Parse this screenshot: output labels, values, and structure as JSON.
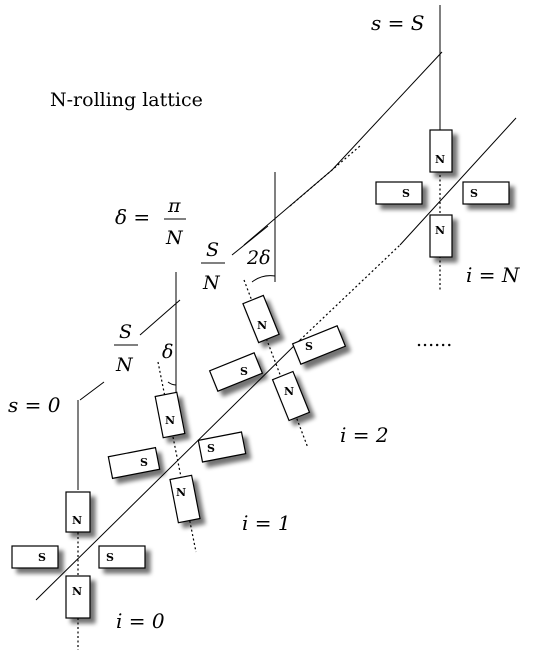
{
  "title": "N-rolling lattice",
  "labels": {
    "s_start": "s = 0",
    "s_end": "s = S",
    "delta_eq": "δ =",
    "delta_num": "π",
    "delta_den": "N",
    "frac_num": "S",
    "frac_den": "N",
    "delta": "δ",
    "two_delta": "2δ",
    "ellipsis": "......"
  },
  "cells": [
    {
      "index_label": "i = 0",
      "north": "N",
      "south": "S",
      "rotation_deg": 0
    },
    {
      "index_label": "i = 1",
      "north": "N",
      "south": "S",
      "rotation_deg": -11
    },
    {
      "index_label": "i = 2",
      "north": "N",
      "south": "S",
      "rotation_deg": -22
    },
    {
      "index_label": "i = N",
      "north": "N",
      "south": "S",
      "rotation_deg": 0
    }
  ]
}
